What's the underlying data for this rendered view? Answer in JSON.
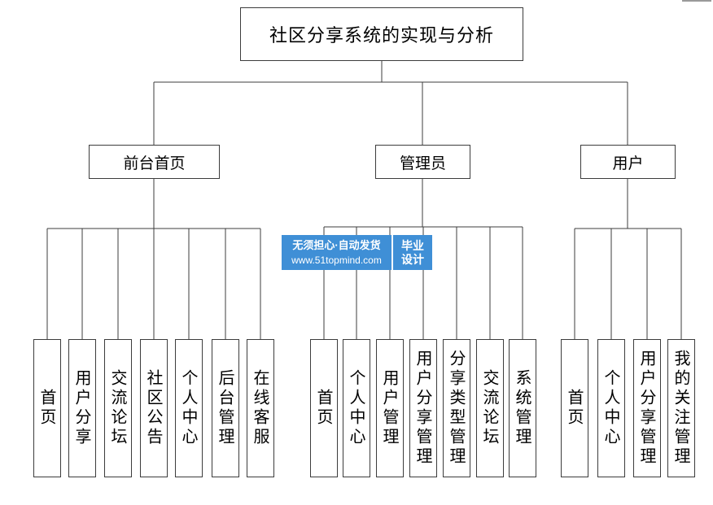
{
  "root": {
    "label": "社区分享系统的实现与分析"
  },
  "branches": [
    {
      "label": "前台首页",
      "children": [
        "首页",
        "用户分享",
        "交流论坛",
        "社区公告",
        "个人中心",
        "后台管理",
        "在线客服"
      ]
    },
    {
      "label": "管理员",
      "children": [
        "首页",
        "个人中心",
        "用户管理",
        "用户分享管理",
        "分享类型管理",
        "交流论坛",
        "系统管理"
      ]
    },
    {
      "label": "用户",
      "children": [
        "首页",
        "个人中心",
        "用户分享管理",
        "我的关注管理"
      ]
    }
  ],
  "watermark": {
    "line1": "无须担心·自动发货",
    "line2": "www.51topmind.com",
    "badge": "毕业\n设计"
  },
  "colors": {
    "line": "#3c3c3c",
    "watermark": "#3f8fd6"
  }
}
